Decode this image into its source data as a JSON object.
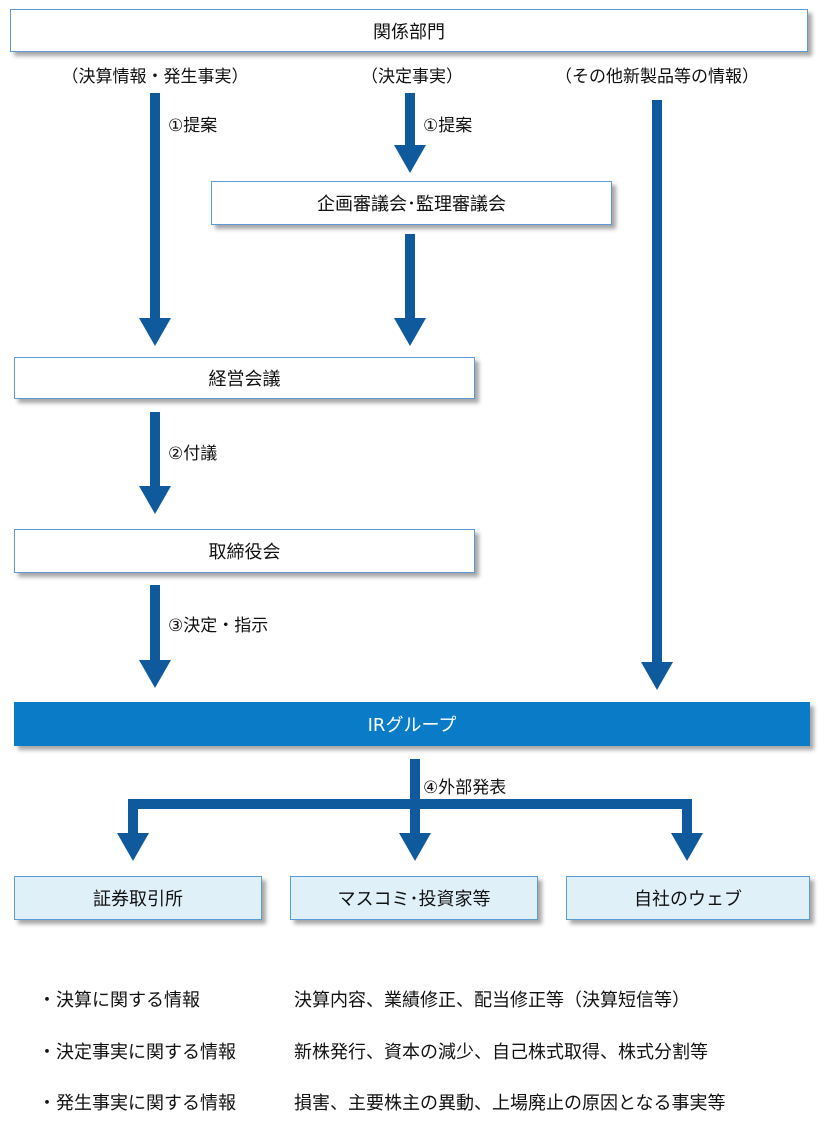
{
  "boxes": {
    "related_depts": "関係部門",
    "planning_audit": "企画審議会･監理審議会",
    "mgmt_meeting": "経営会議",
    "board": "取締役会",
    "ir_group": "IRグループ",
    "exchange": "証券取引所",
    "media": "マスコミ･投資家等",
    "website": "自社のウェブ"
  },
  "sources": {
    "left": "（決算情報・発生事実）",
    "middle": "（決定事実）",
    "right": "（その他新製品等の情報）"
  },
  "steps": {
    "propose_left": "①提案",
    "propose_mid": "①提案",
    "agenda": "②付議",
    "decide": "③決定・指示",
    "publish": "④外部発表"
  },
  "legend": [
    {
      "category": "・決算に関する情報",
      "desc": "決算内容、業績修正、配当修正等（決算短信等）"
    },
    {
      "category": "・決定事実に関する情報",
      "desc": "新株発行、資本の減少、自己株式取得、株式分割等"
    },
    {
      "category": "・発生事実に関する情報",
      "desc": "損害、主要株主の異動、上場廃止の原因となる事実等"
    }
  ],
  "colors": {
    "arrow": "#0e5a9c",
    "ir_fill": "#0a7cc7",
    "box_border": "#5b9bd5",
    "target_fill": "#dff0f9"
  }
}
